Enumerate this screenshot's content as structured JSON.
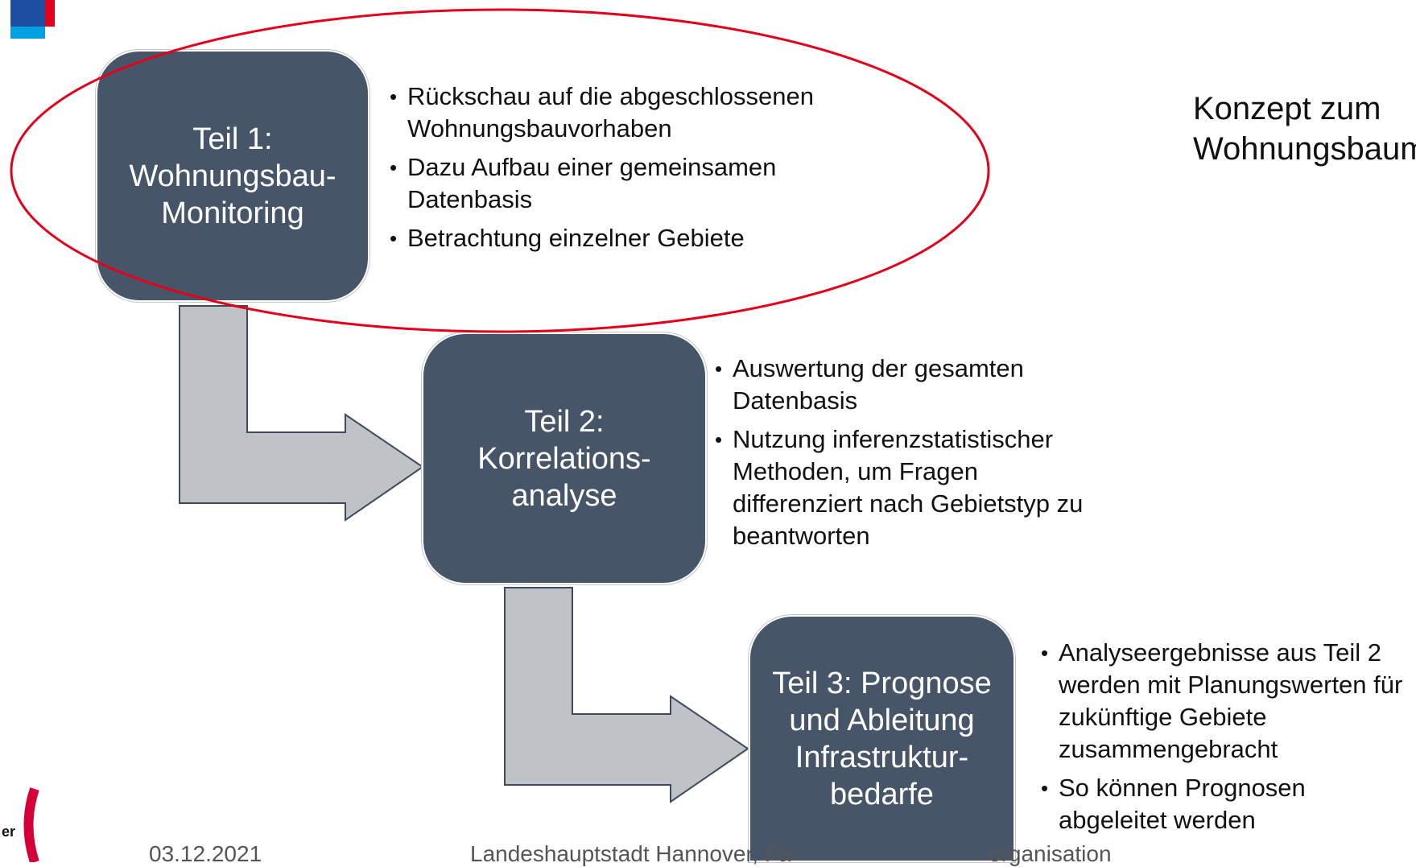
{
  "title": "Konzept zum\nWohnungsbaum",
  "steps": [
    {
      "label": "Teil 1:\nWohnungsbau-\nMonitoring",
      "bullets": [
        "Rückschau auf die abgeschlossenen Wohnungsbauvorhaben",
        "Dazu Aufbau einer gemeinsamen Datenbasis",
        "Betrachtung einzelner Gebiete"
      ]
    },
    {
      "label": "Teil 2:\nKorrelations-\nanalyse",
      "bullets": [
        "Auswertung der gesamten Datenbasis",
        "Nutzung inferenzstatistischer Methoden, um Fragen differenziert nach Gebietstyp zu beantworten"
      ]
    },
    {
      "label": "Teil 3: Prognose\nund Ableitung\nInfrastruktur-\nbedarfe",
      "bullets": [
        "Analyseergebnisse aus Teil 2 werden mit Planungswerten für zukünftige Gebiete zusammengebracht",
        "So können Prognosen abgeleitet werden"
      ]
    }
  ],
  "footer": {
    "date": "03.12.2021",
    "org": "Landeshauptstadt Hannover, Fa",
    "org_tail": "organisation"
  },
  "logo_fragment": "er",
  "colors": {
    "box": "#475569",
    "arrow": "#bfc3c7",
    "highlight_ellipse": "#e3001b"
  }
}
